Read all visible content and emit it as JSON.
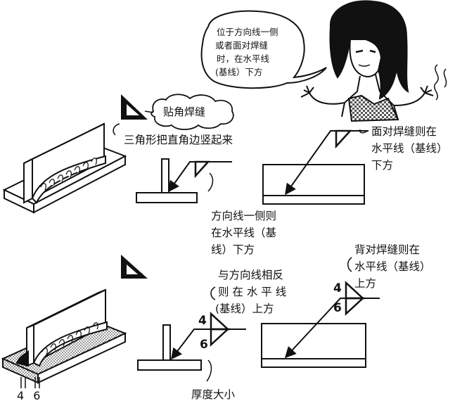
{
  "speech_bubble": [
    "位于方向线一侧",
    "或者面对焊缝",
    "时，在水平线",
    "(基线）下方"
  ],
  "cloud_label": "贴角焊缝",
  "caption_triangle": "三角形把直角边竖起来",
  "top": {
    "arrow_side_note": [
      "方向线一侧则",
      "在水平线（基",
      "线）下方"
    ],
    "facing_weld_note": [
      "面对焊缝则在",
      "水平线（基线）",
      "下方"
    ]
  },
  "bottom": {
    "opposite_note": [
      "与方向线相反",
      "则 在 水 平 线",
      "(基线）上方"
    ],
    "back_weld_note": [
      "背对焊缝则在",
      "水平线（基线）",
      "上方"
    ],
    "dim_top": "4",
    "dim_bottom": "6",
    "dim_top_right": "4",
    "dim_bottom_right": "6",
    "left_dims": "4 6",
    "thickness_label": "厚度大小"
  }
}
